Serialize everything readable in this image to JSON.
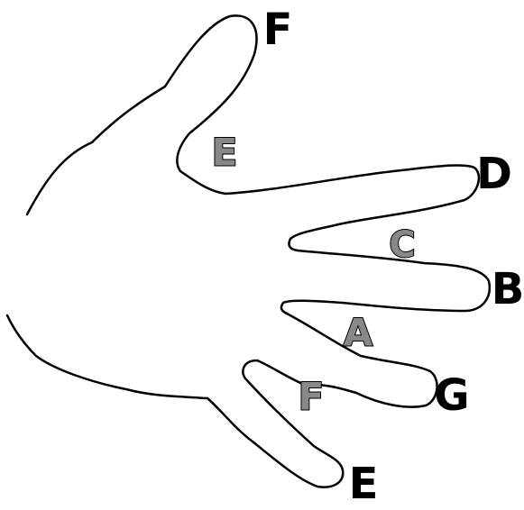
{
  "colors": {
    "background": "#ffffff",
    "outline": "#000000",
    "line_label": "#000000",
    "space_label_fill": "#888888",
    "space_label_stroke": "#000000"
  },
  "line_notes": {
    "thumb_tip": "F",
    "index_tip": "D",
    "middle_tip": "B",
    "ring_tip": "G",
    "pinky_tip": "E"
  },
  "space_notes": {
    "thumb_index": "E",
    "index_middle": "C",
    "middle_ring": "A",
    "ring_pinky": "F"
  }
}
